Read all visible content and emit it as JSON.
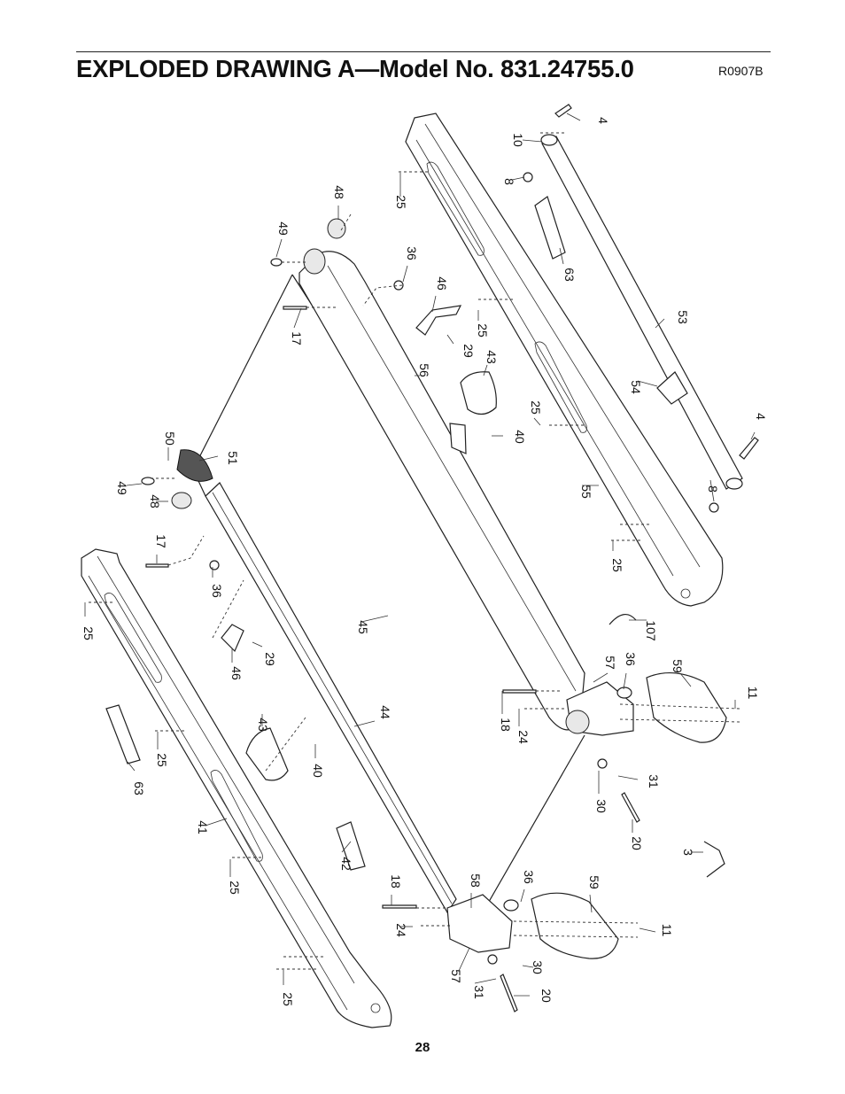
{
  "header": {
    "title": "EXPLODED DRAWING A—Model No. 831.24755.0",
    "code": "R0907B"
  },
  "footer": {
    "page_number": "28"
  },
  "callouts": [
    "4",
    "10",
    "8",
    "25",
    "48",
    "49",
    "36",
    "46",
    "63",
    "53",
    "17",
    "25",
    "29",
    "56",
    "43",
    "54",
    "4",
    "25",
    "40",
    "50",
    "49",
    "51",
    "48",
    "8",
    "55",
    "17",
    "25",
    "36",
    "45",
    "107",
    "25",
    "46",
    "29",
    "57",
    "36",
    "59",
    "11",
    "44",
    "18",
    "24",
    "43",
    "63",
    "25",
    "40",
    "31",
    "30",
    "41",
    "20",
    "42",
    "3",
    "25",
    "18",
    "58",
    "36",
    "59",
    "24",
    "11",
    "30",
    "57",
    "31",
    "20",
    "25"
  ]
}
